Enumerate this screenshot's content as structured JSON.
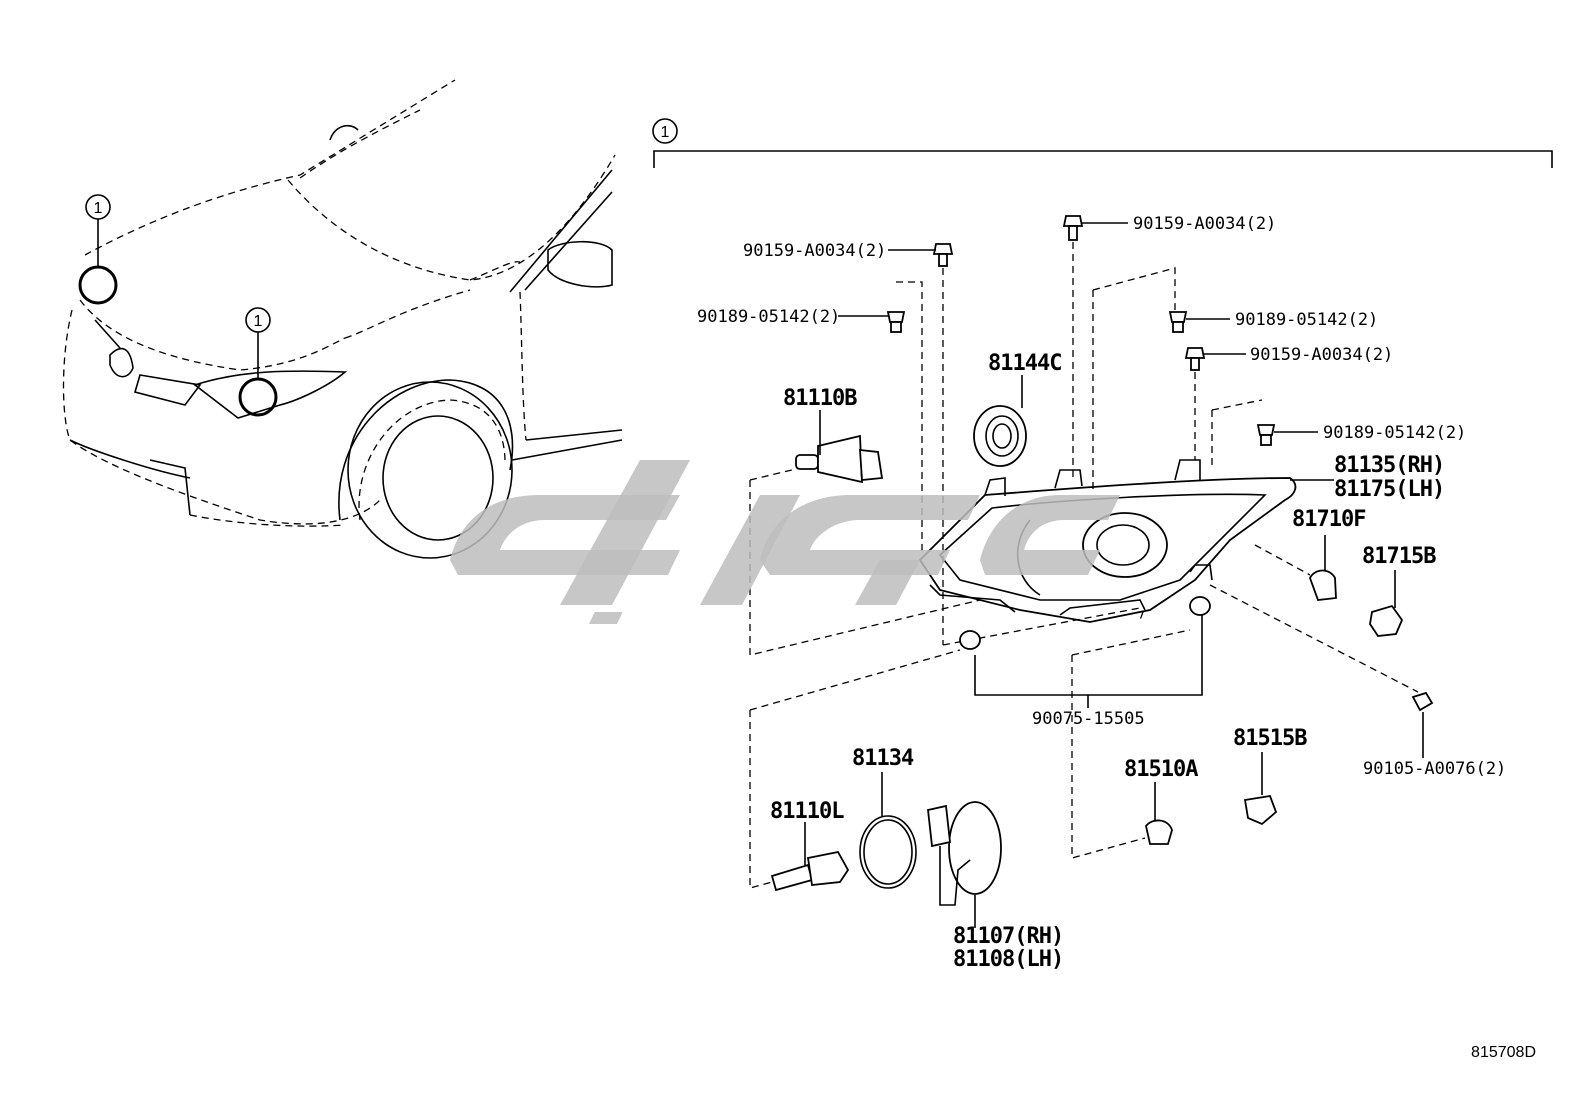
{
  "callout_number": "1",
  "labels": {
    "bolt_a_left": "90159-A0034(2)",
    "bolt_a_top": "90159-A0034(2)",
    "bolt_a_right": "90159-A0034(2)",
    "clip_left": "90189-05142(2)",
    "clip_right_top": "90189-05142(2)",
    "clip_right_mid": "90189-05142(2)",
    "bulb_hb": "81110B",
    "socket_cover": "81144C",
    "headlamp_rh": "81135(RH)",
    "headlamp_lh": "81175(LH)",
    "bulb_side": "81710F",
    "socket_side": "81715B",
    "grommet": "90075-15505",
    "screw": "90105-A0076(2)",
    "bulb_turn": "81510A",
    "socket_turn": "81515B",
    "seal_ring": "81134",
    "bulb_hid": "81110L",
    "ballast_rh": "81107(RH)",
    "ballast_lh": "81108(LH)"
  },
  "diagram_code": "815708D"
}
